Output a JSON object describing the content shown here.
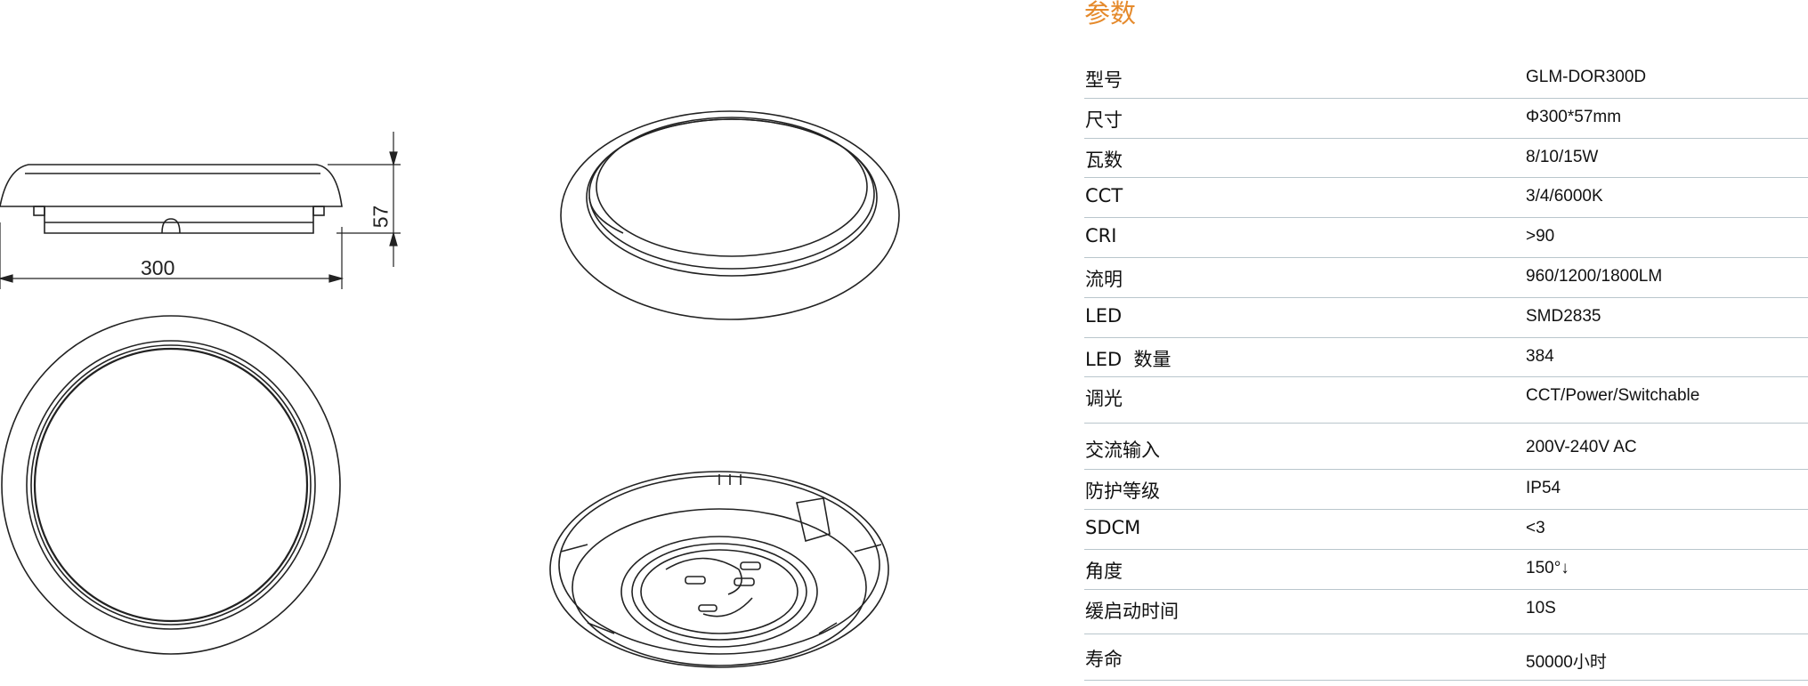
{
  "drawing": {
    "dim_width": "300",
    "dim_height": "57"
  },
  "spec": {
    "title": "参数",
    "rows": [
      {
        "label": "型号",
        "value": "GLM-DOR300D"
      },
      {
        "label": "尺寸",
        "value": "Φ300*57mm"
      },
      {
        "label": "瓦数",
        "value": "8/10/15W"
      },
      {
        "label": "CCT",
        "value": "3/4/6000K"
      },
      {
        "label": "CRI",
        "value": ">90"
      },
      {
        "label": "流明",
        "value": "960/1200/1800LM"
      },
      {
        "label": "LED",
        "value": "SMD2835"
      },
      {
        "label": "LED  数量",
        "value": "384"
      },
      {
        "label": "调光",
        "value": "CCT/Power/Switchable"
      },
      {
        "label": "交流输入",
        "value": "200V-240V AC"
      },
      {
        "label": "防护等级",
        "value": "IP54"
      },
      {
        "label": "SDCM",
        "value": "<3"
      },
      {
        "label": "角度",
        "value": "150°↓"
      },
      {
        "label": "缓启动时间",
        "value": "10S"
      },
      {
        "label": "寿命",
        "value": "50000小时"
      }
    ]
  }
}
